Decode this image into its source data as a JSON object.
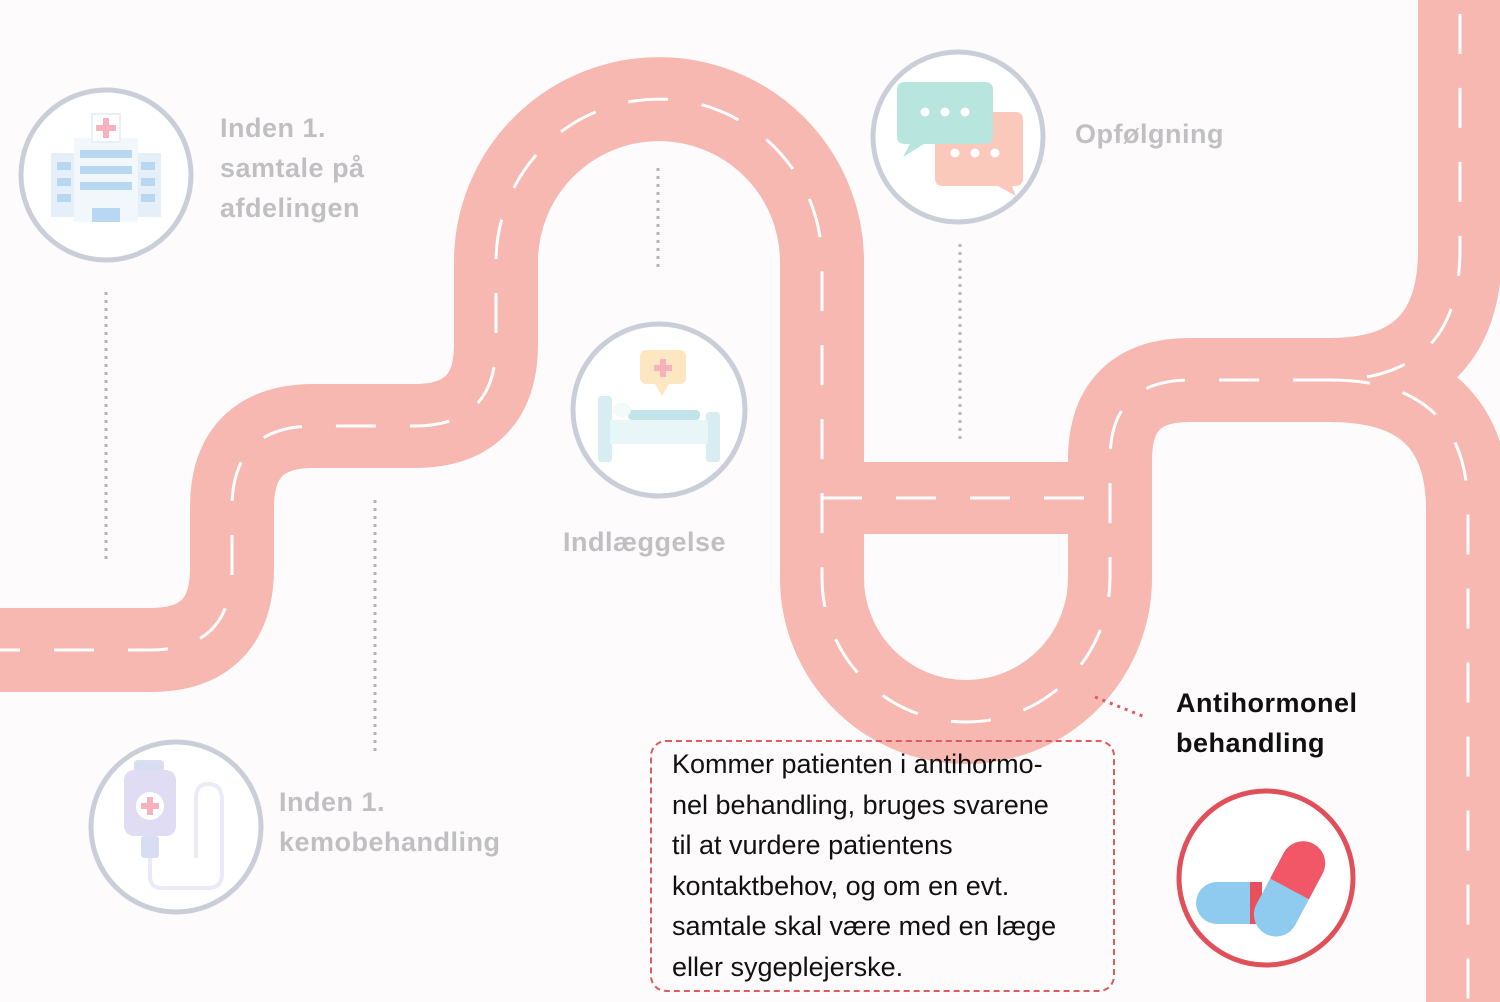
{
  "colors": {
    "road": "#f6b8b0",
    "inactive_circle": "#c9ced8",
    "active_circle": "#e0505a",
    "inactive_text": "#c0c0c2",
    "active_text": "#111111",
    "note_border": "#e05a62"
  },
  "stages": [
    {
      "id": "first-conversation",
      "icon": "hospital-building-icon",
      "active": false,
      "label_lines": [
        "Inden 1.",
        "samtale på",
        "afdelingen"
      ]
    },
    {
      "id": "first-chemo",
      "icon": "iv-drip-bag-icon",
      "active": false,
      "label_lines": [
        "Inden 1.",
        "kemobehandling"
      ]
    },
    {
      "id": "admission",
      "icon": "hospital-bed-icon",
      "active": false,
      "label_lines": [
        "Indlæggelse"
      ]
    },
    {
      "id": "follow-up",
      "icon": "chat-bubbles-icon",
      "active": false,
      "label_lines": [
        "Opfølgning"
      ]
    },
    {
      "id": "antihormonal",
      "icon": "pill-capsules-icon",
      "active": true,
      "label_lines": [
        "Antihormonel",
        "behandling"
      ]
    }
  ],
  "note": {
    "lines": [
      "Kommer patienten i antihormo-",
      "nel behandling, bruges svarene",
      "til at vurdere patientens",
      "kontaktbehov, og om en evt.",
      "samtale skal være med en læge",
      "eller sygeplejerske."
    ]
  }
}
